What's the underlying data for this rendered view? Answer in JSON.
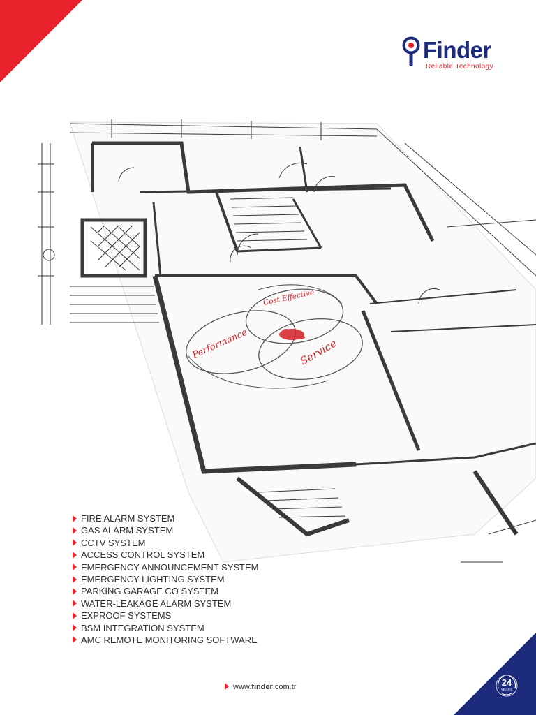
{
  "brand": {
    "name": "Finder",
    "tagline": "Reliable Technology",
    "primary_color": "#1c2a7c",
    "accent_color": "#e8222a"
  },
  "diagram": {
    "labels": {
      "cost": "Cost Effective",
      "performance": "Performance",
      "service": "Service"
    }
  },
  "services": [
    "FIRE ALARM SYSTEM",
    "GAS ALARM SYSTEM",
    "CCTV SYSTEM",
    "ACCESS CONTROL SYSTEM",
    "EMERGENCY ANNOUNCEMENT SYSTEM",
    "EMERGENCY LIGHTING SYSTEM",
    "PARKING GARAGE CO SYSTEM",
    "WATER-LEAKAGE ALARM SYSTEM",
    "EXPROOF SYSTEMS",
    "BSM INTEGRATION SYSTEM",
    "AMC REMOTE MONITORING SOFTWARE"
  ],
  "footer": {
    "website_prefix": "www.",
    "website_bold": "finder",
    "website_suffix": ".com.tr",
    "badge_number": "24",
    "badge_text": "YEARS"
  },
  "icons": {
    "list_bullet": "arrow-icon",
    "logo": "magnifier-icon",
    "badge": "laurel-badge-icon"
  }
}
